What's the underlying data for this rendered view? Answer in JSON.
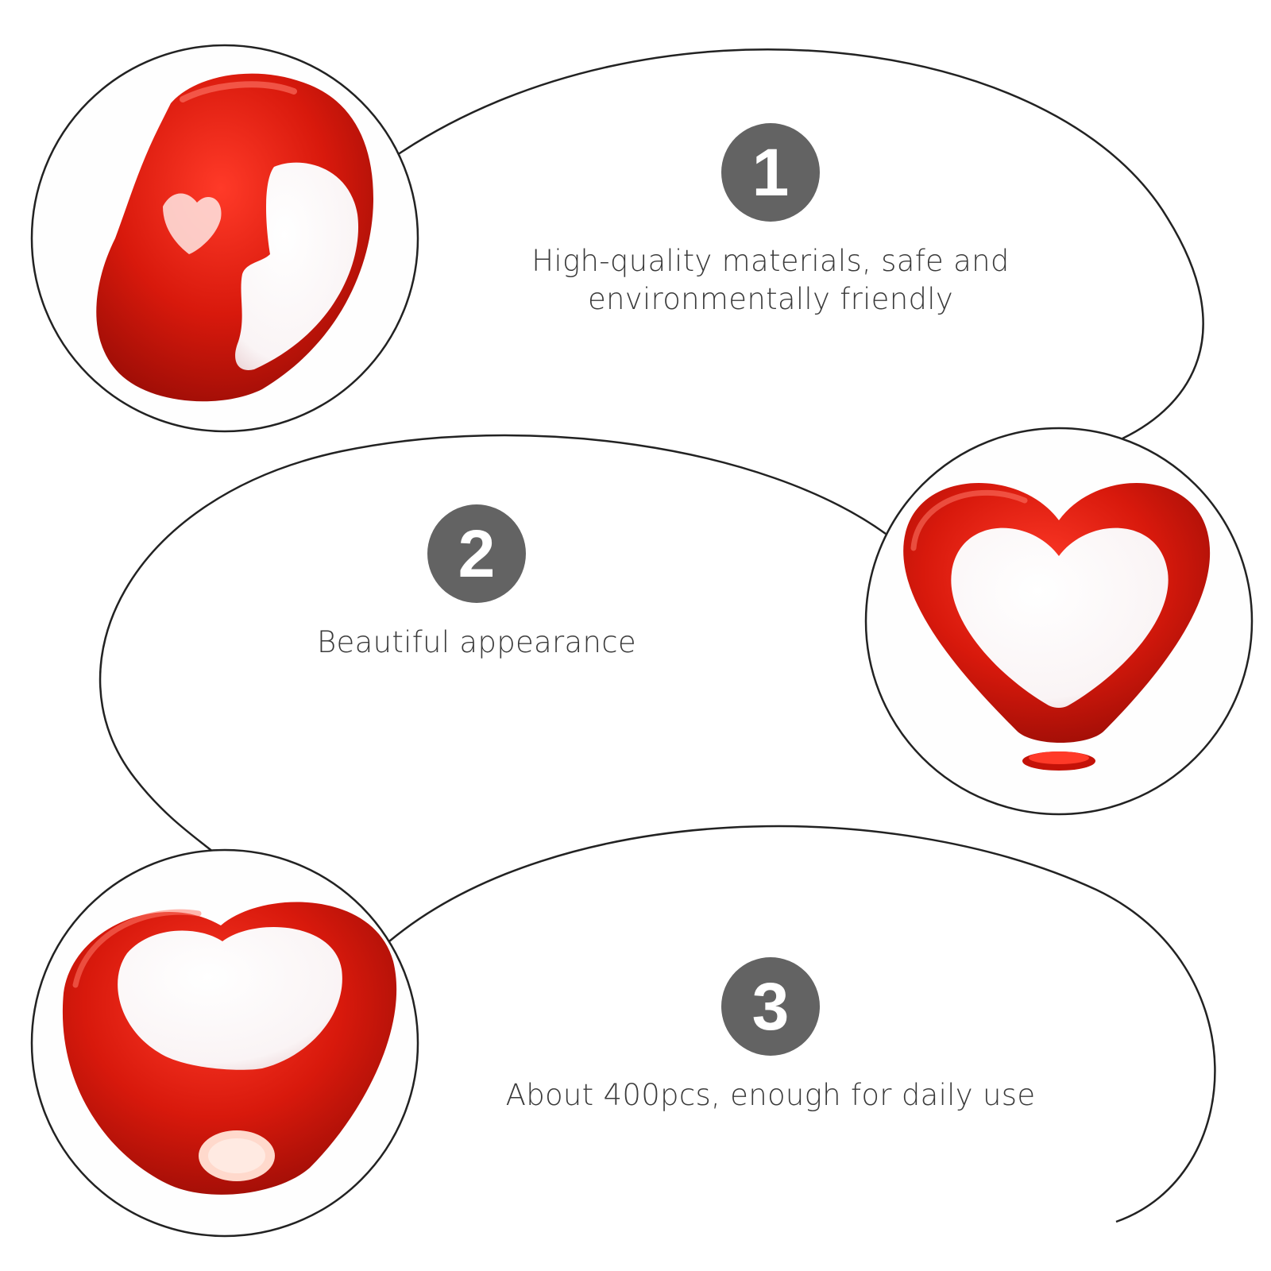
{
  "features": [
    {
      "number": "1",
      "text_line1": "High-quality materials, safe and",
      "text_line2": "environmentally friendly"
    },
    {
      "number": "2",
      "text_line1": "Beautiful appearance"
    },
    {
      "number": "3",
      "text_line1": "About 400pcs, enough for daily use"
    }
  ],
  "colors": {
    "badge": "#636363",
    "bead_red": "#d0180c",
    "bead_white": "#ffffff",
    "outline": "#222222",
    "text": "#3a3a3a"
  },
  "images": [
    {
      "name": "heart-bead-side-view-photo"
    },
    {
      "name": "heart-bead-front-view-photo"
    },
    {
      "name": "heart-bead-with-hole-photo"
    }
  ]
}
